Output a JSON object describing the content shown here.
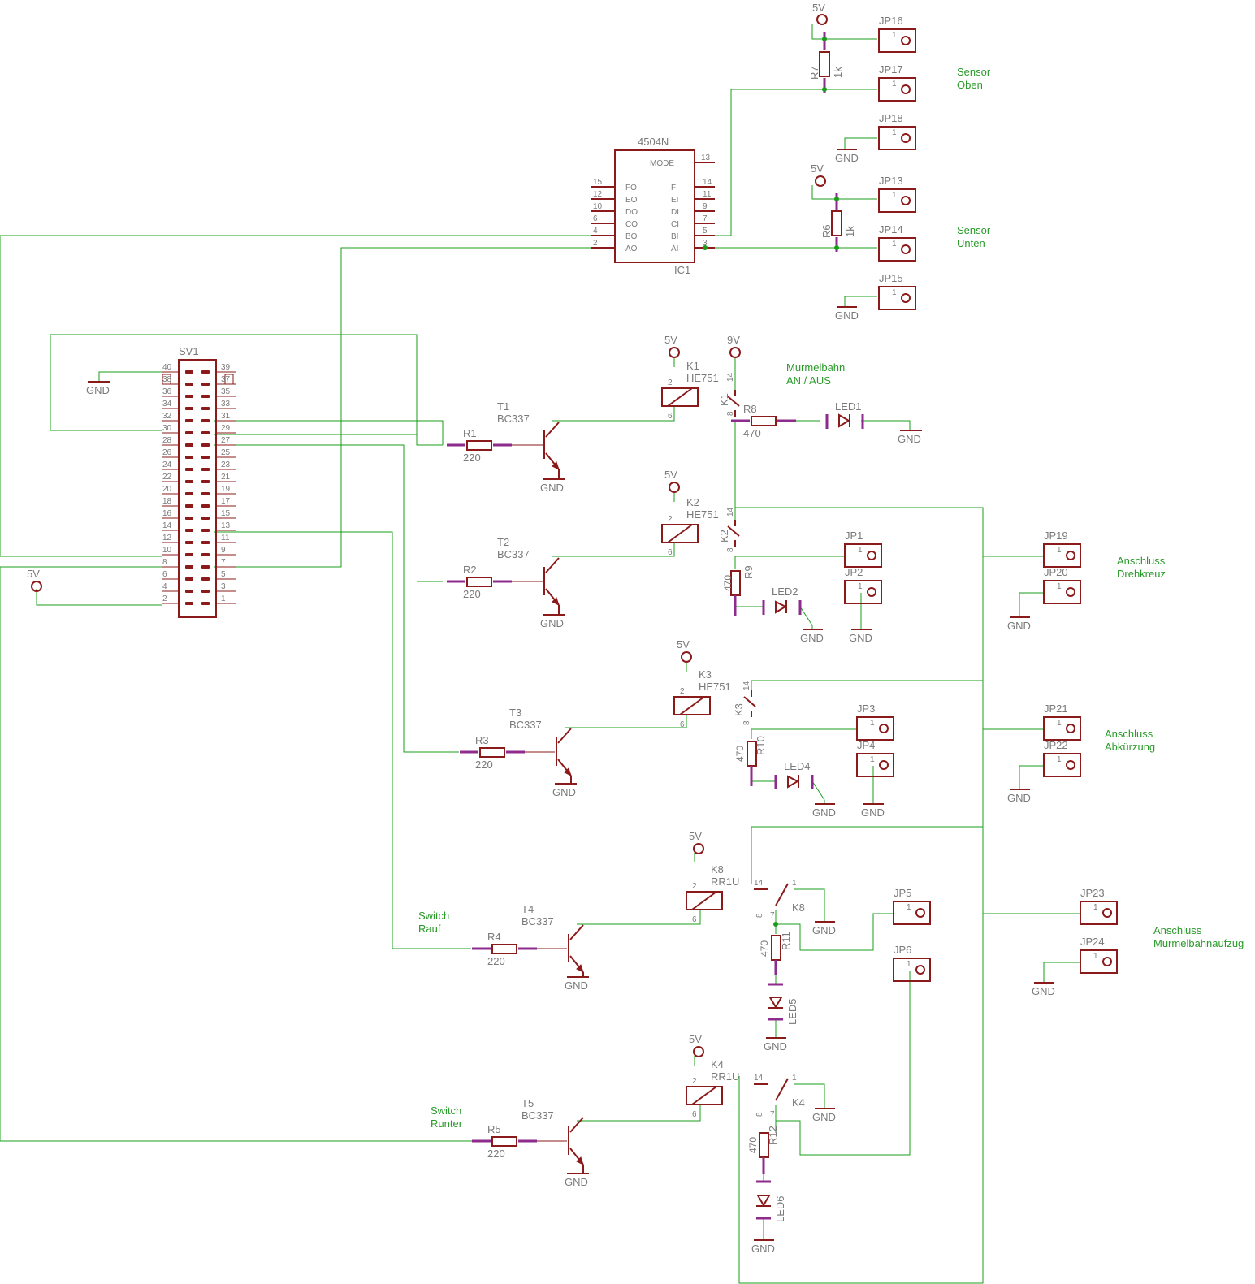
{
  "supply": {
    "v5": "5V",
    "v9": "9V",
    "gnd": "GND"
  },
  "ic1": {
    "type": "4504N",
    "ref": "IC1",
    "mode": "MODE",
    "left_pins": [
      [
        "15",
        "FO"
      ],
      [
        "12",
        "EO"
      ],
      [
        "10",
        "DO"
      ],
      [
        "6",
        "CO"
      ],
      [
        "4",
        "BO"
      ],
      [
        "2",
        "AO"
      ]
    ],
    "right_pins": [
      [
        "14",
        "FI"
      ],
      [
        "11",
        "EI"
      ],
      [
        "9",
        "DI"
      ],
      [
        "7",
        "CI"
      ],
      [
        "5",
        "BI"
      ],
      [
        "3",
        "AI"
      ]
    ],
    "mode_pin": "13"
  },
  "header": {
    "ref": "SV1",
    "left": [
      "40",
      "38",
      "36",
      "34",
      "32",
      "30",
      "28",
      "26",
      "24",
      "22",
      "20",
      "18",
      "16",
      "14",
      "12",
      "10",
      "8",
      "6",
      "4",
      "2"
    ],
    "right": [
      "39",
      "37",
      "35",
      "33",
      "31",
      "29",
      "27",
      "25",
      "23",
      "21",
      "19",
      "17",
      "15",
      "13",
      "11",
      "9",
      "7",
      "5",
      "3",
      "1"
    ]
  },
  "connectors": [
    {
      "name": "JP16",
      "pin": "1"
    },
    {
      "name": "JP17",
      "pin": "1"
    },
    {
      "name": "JP18",
      "pin": "1"
    },
    {
      "name": "JP13",
      "pin": "1"
    },
    {
      "name": "JP14",
      "pin": "1"
    },
    {
      "name": "JP15",
      "pin": "1"
    },
    {
      "name": "JP1",
      "pin": "1"
    },
    {
      "name": "JP2",
      "pin": "1"
    },
    {
      "name": "JP3",
      "pin": "1"
    },
    {
      "name": "JP4",
      "pin": "1"
    },
    {
      "name": "JP5",
      "pin": "1"
    },
    {
      "name": "JP6",
      "pin": "1"
    },
    {
      "name": "JP19",
      "pin": "1"
    },
    {
      "name": "JP20",
      "pin": "1"
    },
    {
      "name": "JP21",
      "pin": "1"
    },
    {
      "name": "JP22",
      "pin": "1"
    },
    {
      "name": "JP23",
      "pin": "1"
    },
    {
      "name": "JP24",
      "pin": "1"
    }
  ],
  "resistors": [
    {
      "name": "R7",
      "value": "1k"
    },
    {
      "name": "R6",
      "value": "1k"
    },
    {
      "name": "R1",
      "value": "220"
    },
    {
      "name": "R2",
      "value": "220"
    },
    {
      "name": "R3",
      "value": "220"
    },
    {
      "name": "R4",
      "value": "220"
    },
    {
      "name": "R5",
      "value": "220"
    },
    {
      "name": "R8",
      "value": "470"
    },
    {
      "name": "R9",
      "value": "470"
    },
    {
      "name": "R10",
      "value": "470"
    },
    {
      "name": "R11",
      "value": "470"
    },
    {
      "name": "R12",
      "value": "470"
    }
  ],
  "transistors": [
    {
      "name": "T1",
      "type": "BC337"
    },
    {
      "name": "T2",
      "type": "BC337"
    },
    {
      "name": "T3",
      "type": "BC337"
    },
    {
      "name": "T4",
      "type": "BC337"
    },
    {
      "name": "T5",
      "type": "BC337"
    }
  ],
  "relays": [
    {
      "name": "K1",
      "type": "HE751"
    },
    {
      "name": "K2",
      "type": "HE751"
    },
    {
      "name": "K3",
      "type": "HE751"
    },
    {
      "name": "K8",
      "type": "RR1U"
    },
    {
      "name": "K4",
      "type": "RR1U"
    }
  ],
  "relay_pins": {
    "p2": "2",
    "p6": "6",
    "p14": "14",
    "p8": "8",
    "p1": "1",
    "p7": "7"
  },
  "leds": [
    "LED1",
    "LED2",
    "LED4",
    "LED5",
    "LED6"
  ],
  "labels": {
    "sensor_oben": [
      "Sensor",
      "Oben"
    ],
    "sensor_unten": [
      "Sensor",
      "Unten"
    ],
    "murmelbahn": [
      "Murmelbahn",
      "AN / AUS"
    ],
    "drehkreuz": [
      "Anschluss",
      "Drehkreuz"
    ],
    "abkuerzung": [
      "Anschluss",
      "Abkürzung"
    ],
    "aufzug": [
      "Anschluss",
      "Murmelbahnaufzug"
    ],
    "rauf": [
      "Switch",
      "Rauf"
    ],
    "runter": [
      "Switch",
      "Runter"
    ]
  }
}
